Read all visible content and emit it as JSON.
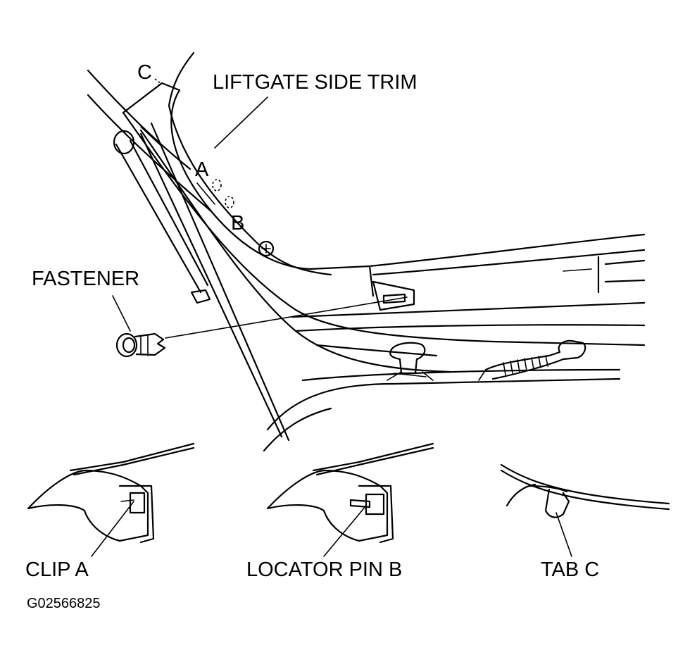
{
  "labels": {
    "liftgate_side_trim": "LIFTGATE SIDE TRIM",
    "fastener": "FASTENER",
    "marker_a": "A",
    "marker_b": "B",
    "marker_c": "C",
    "clip_a": "CLIP A",
    "locator_pin_b": "LOCATOR PIN B",
    "tab_c": "TAB C",
    "figure_code": "G02566825"
  }
}
